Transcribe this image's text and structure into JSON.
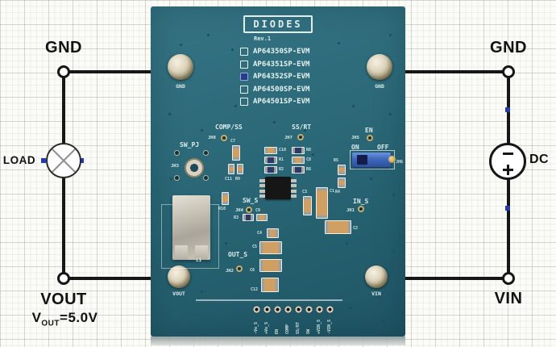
{
  "schematic": {
    "left": {
      "gnd": "GND",
      "load": "LOAD",
      "vout": "VOUT",
      "vout_eq_v": "V",
      "vout_eq_sub": "OUT",
      "vout_eq_rest": "=5.0V"
    },
    "right": {
      "gnd": "GND",
      "dc": "DC",
      "vin": "VIN"
    }
  },
  "board": {
    "logo": "DIODES",
    "rev": "Rev.1",
    "models": [
      {
        "label": "AP64350SP-EVM",
        "state": "unchecked"
      },
      {
        "label": "AP64351SP-EVM",
        "state": "unchecked"
      },
      {
        "label": "AP64352SP-EVM",
        "state": "checked"
      },
      {
        "label": "AP64500SP-EVM",
        "state": "unchecked"
      },
      {
        "label": "AP64501SP-EVM",
        "state": "unchecked"
      }
    ],
    "posts": {
      "gnd_left": "GND",
      "gnd_right": "GND",
      "vout": "VOUT",
      "vin": "VIN"
    },
    "labels": {
      "comp_ss": "COMP/SS",
      "jh8": "JH8",
      "ss_rt": "SS/RT",
      "jh7": "JH7",
      "en": "EN",
      "jh5": "JH5",
      "on": "ON",
      "off": "OFF",
      "jh6": "JH6",
      "sw_pj": "SW_PJ",
      "jh3": "JH3",
      "sw_s": "SW_S",
      "jh4": "JH4",
      "out_s": "OUT_S",
      "jh2": "JH2",
      "in_s": "IN_S",
      "jh1": "JH1",
      "l1": "L1"
    },
    "refs": {
      "c1": "C1",
      "c2": "C2",
      "c3": "C3",
      "c4": "C4",
      "c5": "C5",
      "c6": "C6",
      "c7": "C7",
      "c8": "C8",
      "c9": "C9",
      "c10": "C10",
      "c11": "C11",
      "c12": "C12",
      "r1": "R1",
      "r2": "R2",
      "r3": "R3",
      "r4": "R4",
      "r5": "R5",
      "r6": "R6",
      "r8": "R8",
      "r9": "R9",
      "r10": "R10"
    },
    "header_pins": [
      "-Vo_S",
      "+Vo_S",
      "EN",
      "COMP",
      "SS/RT",
      "SW",
      "+VIN_S",
      "-VIN_S"
    ]
  },
  "colors": {
    "pcb": "#2b6877",
    "wire": "#161616",
    "switch_blue": "#3f68bb",
    "checked_box": "#2b3a8e"
  }
}
